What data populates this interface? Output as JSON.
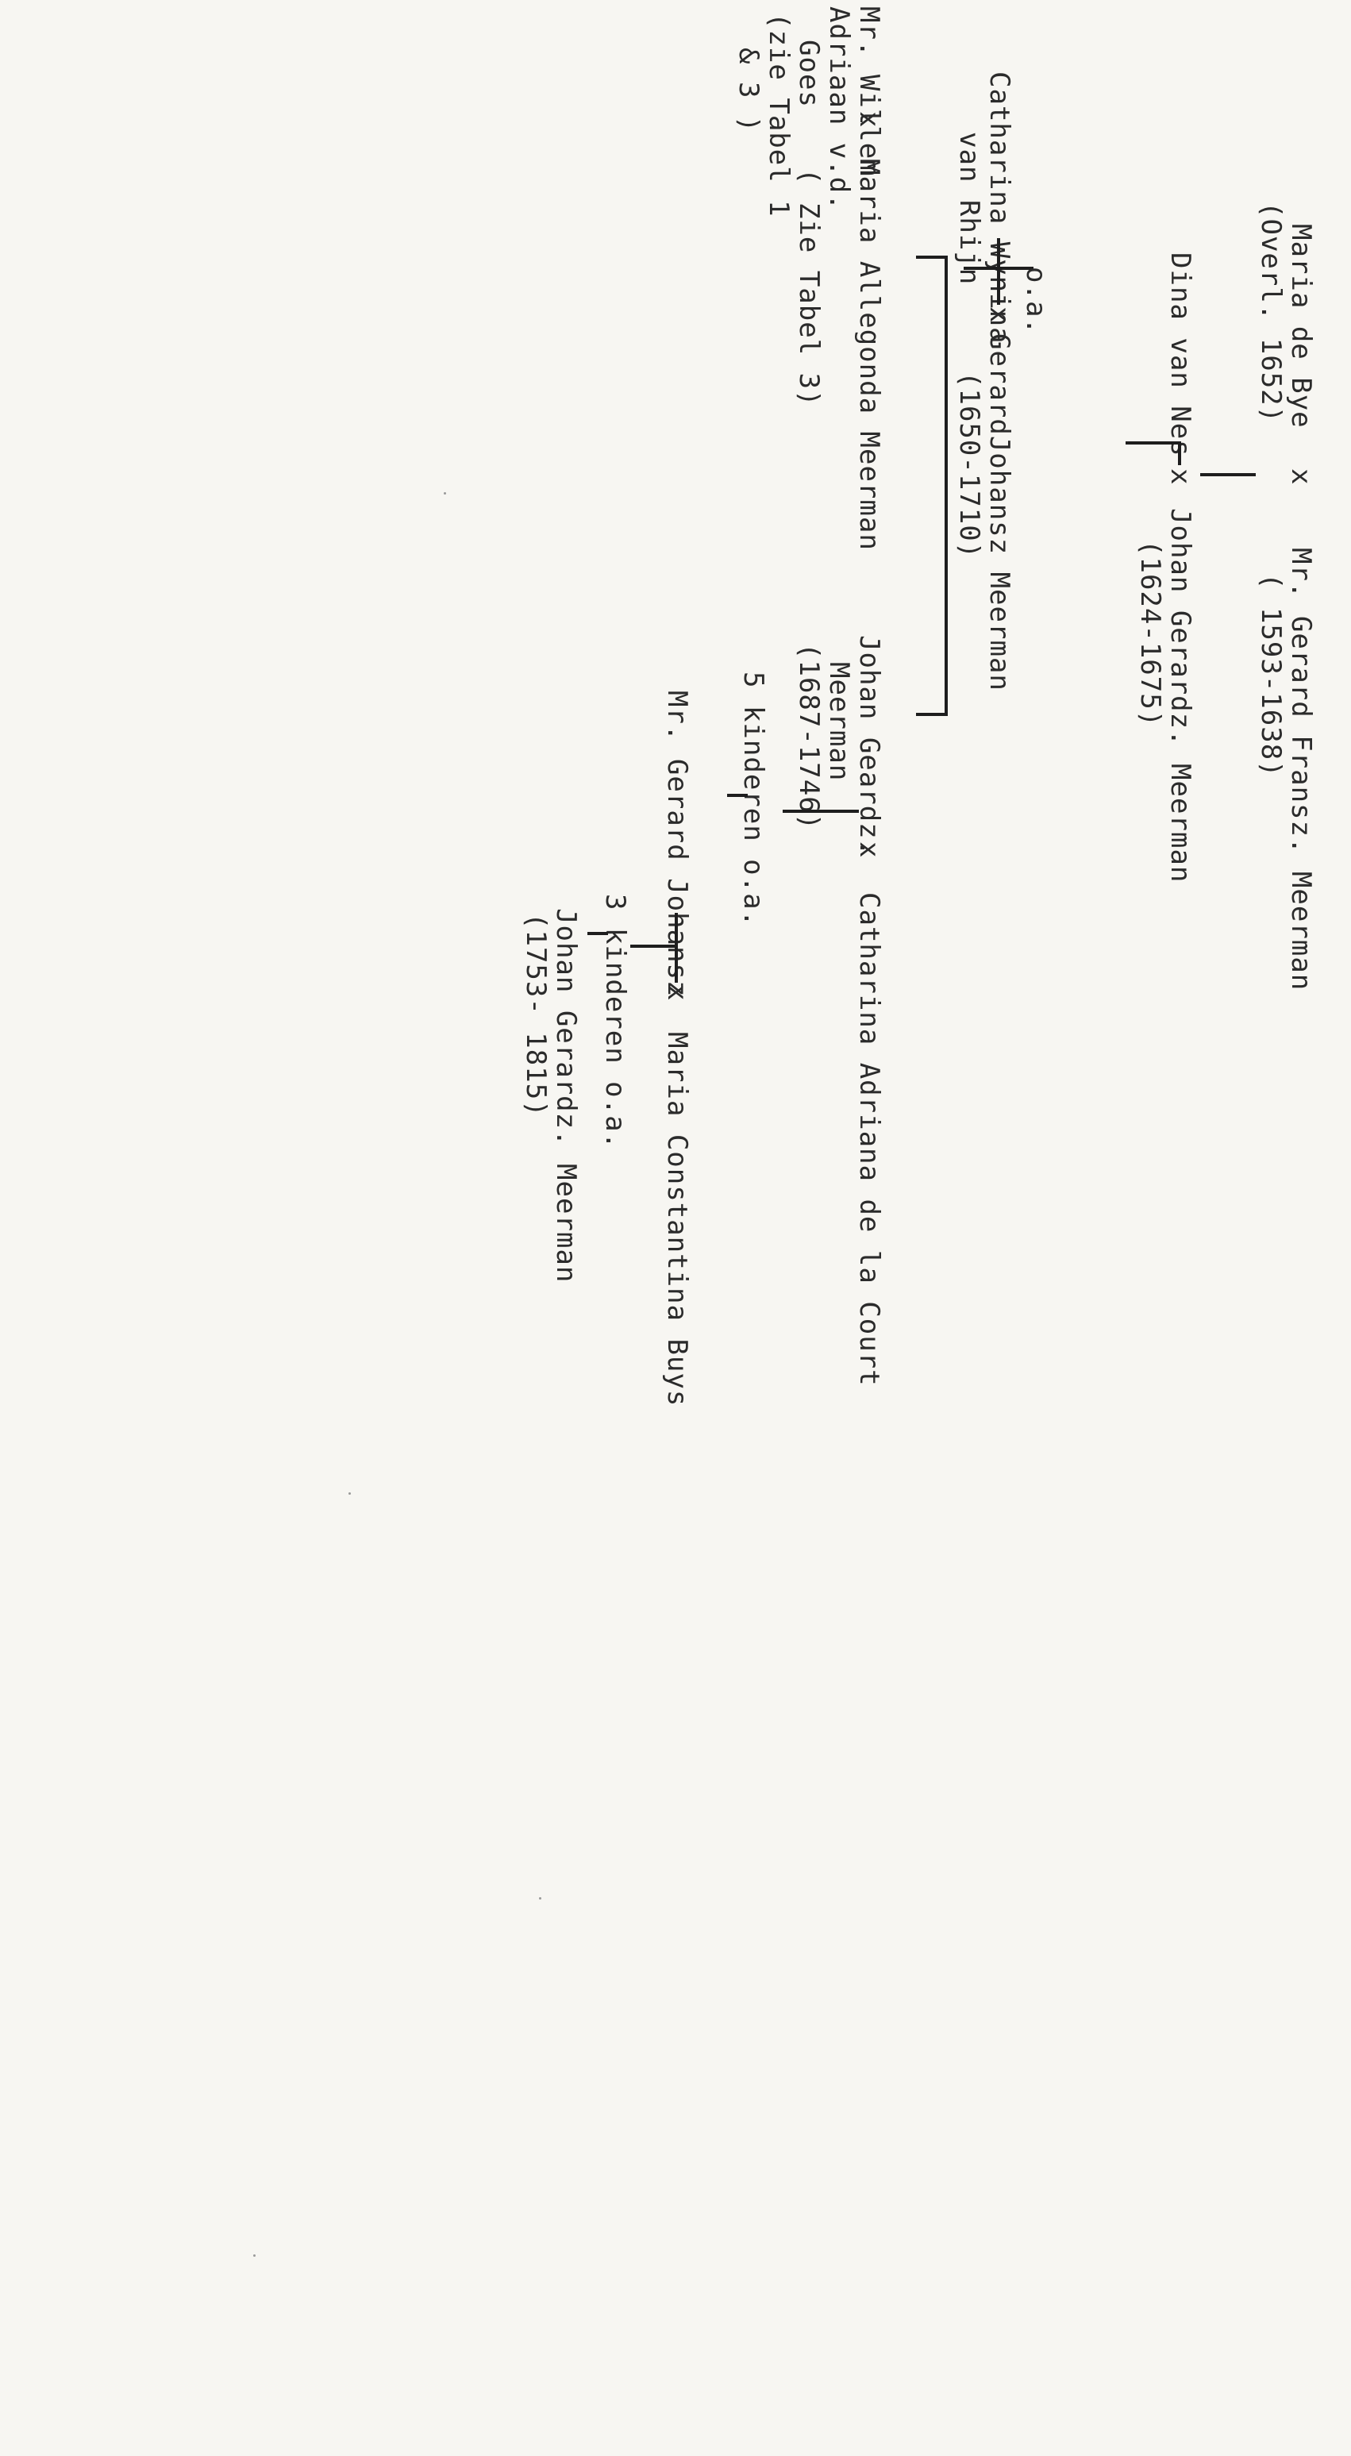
{
  "people": {
    "gerard_frans": {
      "name": "Mr. Gerard Fransz. Meerman",
      "dates": "( 1593-1638)"
    },
    "maria_de_bye": {
      "name": "Maria de Bye",
      "dates": "(Overl. 1652)"
    },
    "johan_gerardz_1": {
      "name": "Johan Gerardz. Meerman",
      "dates": "(1624-1675)"
    },
    "dina_van_nes": {
      "name": "Dina van Nes"
    },
    "gerard_johansz_1": {
      "name": "GerardJohansz Meerman",
      "dates": "(1650-1710)"
    },
    "catharina_wynina": {
      "line1": "Catharina Wynina",
      "line2": "van Rhijn"
    },
    "johan_geardz": {
      "line1": "Johan Geardz.",
      "line2": "Meerman",
      "dates": "(1687-1746)"
    },
    "catharina_adriana": {
      "name": "Catharina Adriana de la Court"
    },
    "maria_allegonda": {
      "name": "Maria Allegonda Meerman",
      "note": "( Zie Tabel 3)"
    },
    "willem_adriaan": {
      "line1": "Mr. Willem",
      "line2": "Adriaan v.d.",
      "line3": "Goes",
      "line4": "(zie Tabel 1",
      "line5": "& 3 )"
    },
    "gerard_johansz_2": {
      "name": "Mr. Gerard Johansz"
    },
    "maria_constantina": {
      "name": "Maria Constantina Buys"
    },
    "johan_gerardz_2": {
      "name": "Johan Gerardz. Meerman",
      "dates": "(1753- 1815)"
    }
  },
  "labels": {
    "marriage": "x",
    "oa": "o.a.",
    "five_children": "5 kinderen o.a.",
    "three_children": "3 kinderen o.a."
  }
}
